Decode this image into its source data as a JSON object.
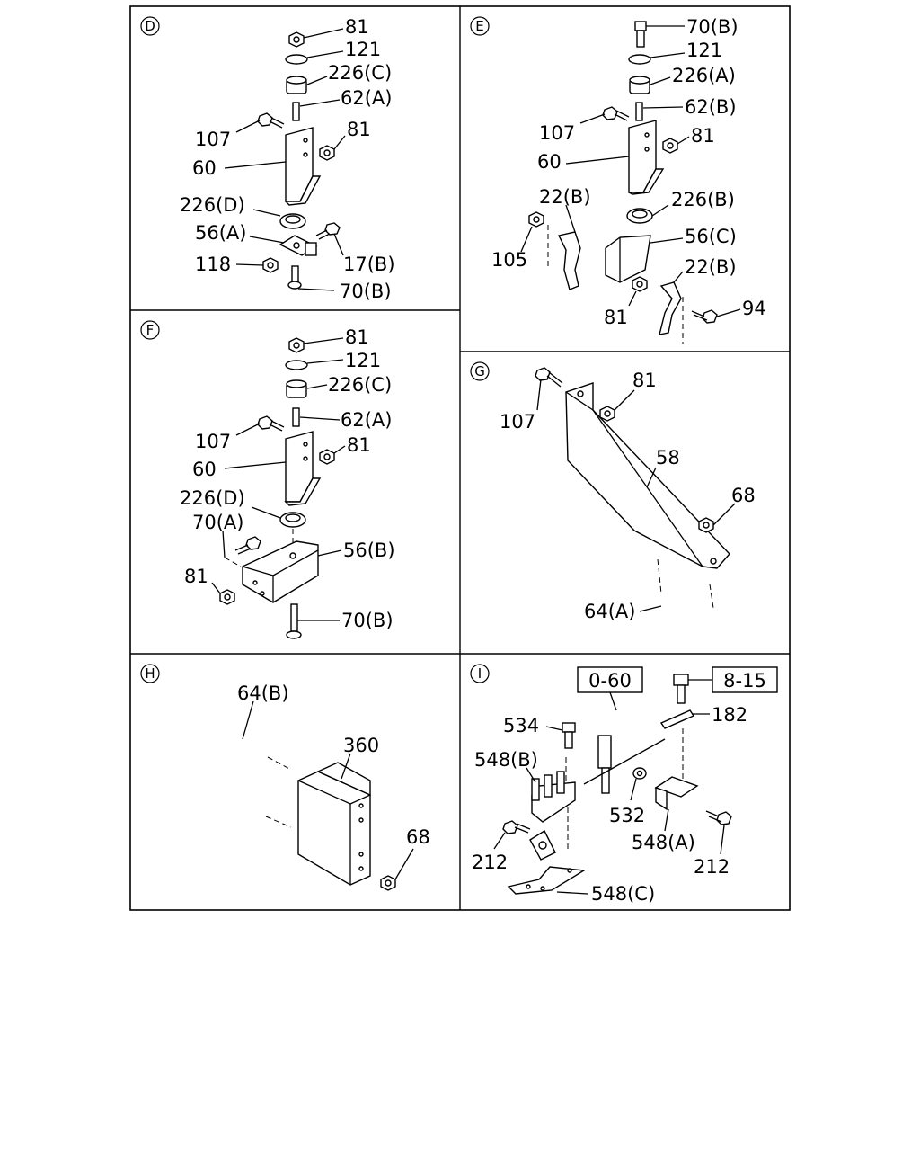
{
  "panels": {
    "D": {
      "letter": "D",
      "labels": [
        "81",
        "121",
        "226(C)",
        "62(A)",
        "107",
        "81",
        "60",
        "226(D)",
        "56(A)",
        "17(B)",
        "118",
        "70(B)"
      ]
    },
    "E": {
      "letter": "E",
      "labels": [
        "70(B)",
        "121",
        "226(A)",
        "62(B)",
        "107",
        "81",
        "60",
        "22(B)",
        "226(B)",
        "105",
        "56(C)",
        "22(B)",
        "81",
        "94"
      ]
    },
    "F": {
      "letter": "F",
      "labels": [
        "81",
        "121",
        "226(C)",
        "62(A)",
        "107",
        "81",
        "60",
        "226(D)",
        "70(A)",
        "56(B)",
        "81",
        "70(B)"
      ]
    },
    "G": {
      "letter": "G",
      "labels": [
        "81",
        "107",
        "58",
        "68",
        "64(A)"
      ]
    },
    "H": {
      "letter": "H",
      "labels": [
        "64(B)",
        "360",
        "68"
      ]
    },
    "I": {
      "letter": "I",
      "refs": [
        "0-60",
        "8-15"
      ],
      "labels": [
        "534",
        "182",
        "548(B)",
        "532",
        "548(A)",
        "212",
        "212",
        "548(C)"
      ]
    }
  }
}
